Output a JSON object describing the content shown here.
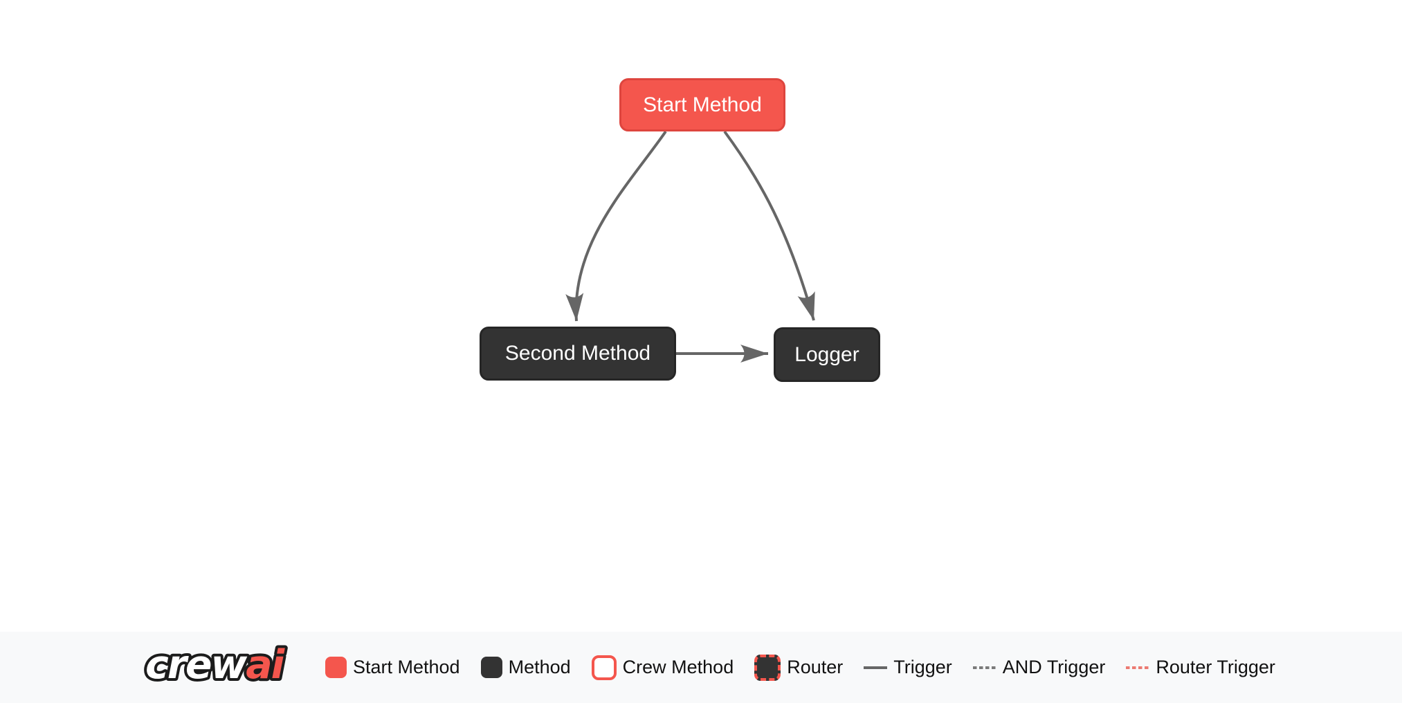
{
  "diagram": {
    "nodes": [
      {
        "id": "start_method",
        "label": "Start Method",
        "type": "start"
      },
      {
        "id": "second_method",
        "label": "Second Method",
        "type": "method"
      },
      {
        "id": "logger",
        "label": "Logger",
        "type": "method"
      }
    ],
    "edges": [
      {
        "from": "start_method",
        "to": "second_method",
        "type": "trigger"
      },
      {
        "from": "start_method",
        "to": "logger",
        "type": "trigger"
      },
      {
        "from": "second_method",
        "to": "logger",
        "type": "trigger"
      }
    ]
  },
  "legend": {
    "logo_primary": "crew",
    "logo_accent": "ai",
    "items": [
      {
        "label": "Start Method",
        "swatch": "start-node-swatch"
      },
      {
        "label": "Method",
        "swatch": "method-node-swatch"
      },
      {
        "label": "Crew Method",
        "swatch": "crew-method-swatch"
      },
      {
        "label": "Router",
        "swatch": "router-swatch"
      },
      {
        "label": "Trigger",
        "swatch": "solid-line"
      },
      {
        "label": "AND Trigger",
        "swatch": "dashed-gray-line"
      },
      {
        "label": "Router Trigger",
        "swatch": "dashed-red-line"
      }
    ]
  },
  "colors": {
    "accent": "#F4564D",
    "accent_border": "#DE453E",
    "accent_soft": "#EC7A72",
    "node_dark": "#333333",
    "node_dark_border": "#262626",
    "edge": "#666666",
    "edge_dash": "#7A7A7A",
    "legend_bg": "#F8F9FA",
    "canvas_bg": "#FFFFFF",
    "text_light": "#FFFFFF",
    "text_dark": "#111111"
  }
}
